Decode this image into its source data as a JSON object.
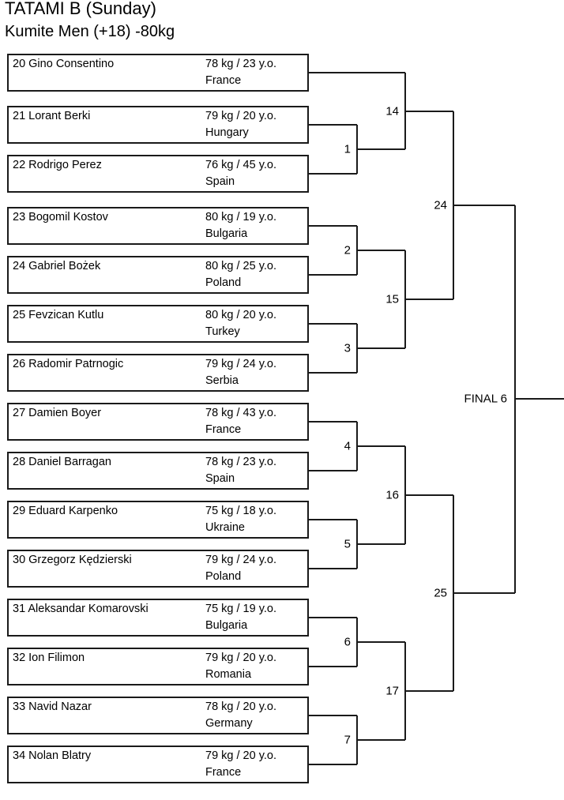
{
  "header": {
    "tatami": "TATAMI B (Sunday)",
    "category": "Kumite Men (+18) -80kg"
  },
  "competitors": [
    {
      "num": "20",
      "name": "20 Gino Consentino",
      "stats": "78 kg / 23 y.o.",
      "country": "France"
    },
    {
      "num": "21",
      "name": "21 Lorant Berki",
      "stats": "79 kg / 20 y.o.",
      "country": "Hungary"
    },
    {
      "num": "22",
      "name": "22 Rodrigo Perez",
      "stats": "76 kg / 45 y.o.",
      "country": "Spain"
    },
    {
      "num": "23",
      "name": "23 Bogomil Kostov",
      "stats": "80 kg / 19 y.o.",
      "country": "Bulgaria"
    },
    {
      "num": "24",
      "name": "24 Gabriel Bożek",
      "stats": "80 kg / 25 y.o.",
      "country": "Poland"
    },
    {
      "num": "25",
      "name": "25 Fevzican Kutlu",
      "stats": "80 kg / 20 y.o.",
      "country": "Turkey"
    },
    {
      "num": "26",
      "name": "26 Radomir Patrnogic",
      "stats": "79 kg / 24 y.o.",
      "country": "Serbia"
    },
    {
      "num": "27",
      "name": "27 Damien Boyer",
      "stats": "78 kg / 43 y.o.",
      "country": "France"
    },
    {
      "num": "28",
      "name": "28 Daniel Barragan",
      "stats": "78 kg / 23 y.o.",
      "country": "Spain"
    },
    {
      "num": "29",
      "name": "29 Eduard Karpenko",
      "stats": "75 kg / 18 y.o.",
      "country": "Ukraine"
    },
    {
      "num": "30",
      "name": "30 Grzegorz Kędzierski",
      "stats": "79 kg / 24 y.o.",
      "country": "Poland"
    },
    {
      "num": "31",
      "name": "31 Aleksandar Komarovski",
      "stats": "75 kg / 19 y.o.",
      "country": "Bulgaria"
    },
    {
      "num": "32",
      "name": "32 Ion Filimon",
      "stats": "79 kg / 20 y.o.",
      "country": "Romania"
    },
    {
      "num": "33",
      "name": "33 Navid Nazar",
      "stats": "78 kg / 20 y.o.",
      "country": "Germany"
    },
    {
      "num": "34",
      "name": "34 Nolan Blatry",
      "stats": "79 kg / 20 y.o.",
      "country": "France"
    }
  ],
  "round1_nodes": [
    {
      "label": "1"
    },
    {
      "label": "2"
    },
    {
      "label": "3"
    },
    {
      "label": "4"
    },
    {
      "label": "5"
    },
    {
      "label": "6"
    },
    {
      "label": "7"
    }
  ],
  "round2_nodes": [
    {
      "label": "14"
    },
    {
      "label": "15"
    },
    {
      "label": "16"
    },
    {
      "label": "17"
    }
  ],
  "round3_nodes": [
    {
      "label": "24"
    },
    {
      "label": "25"
    }
  ],
  "final_node": {
    "label": "FINAL 6"
  },
  "colors": {
    "line": "#1a1a1a",
    "background": "#ffffff",
    "text": "#000000"
  }
}
